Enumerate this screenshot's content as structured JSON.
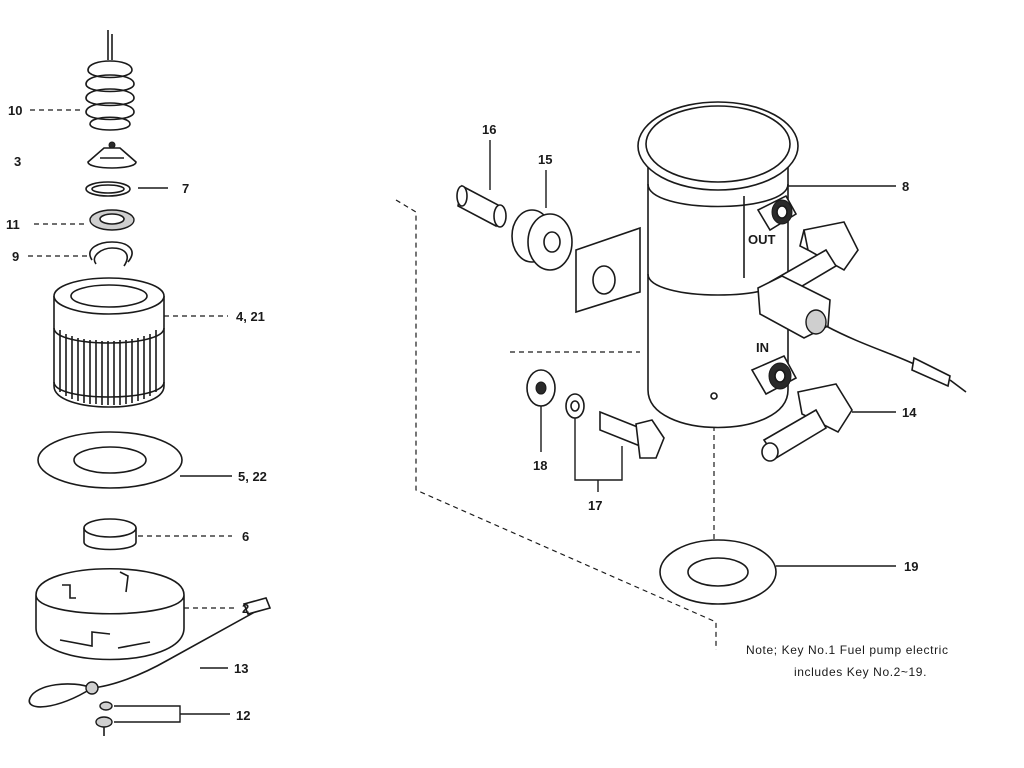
{
  "labels": {
    "k10": "10",
    "k3": "3",
    "k7": "7",
    "k11": "11",
    "k9": "9",
    "k4_21": "4, 21",
    "k5_22": "5, 22",
    "k6": "6",
    "k2": "2",
    "k13": "13",
    "k12": "12",
    "k16": "16",
    "k15": "15",
    "k8": "8",
    "k14": "14",
    "k18": "18",
    "k17": "17",
    "k19": "19"
  },
  "port_marks": {
    "out": "OUT",
    "in": "IN"
  },
  "note": {
    "line1": "Note; Key No.1 Fuel pump electric",
    "line2": "includes Key No.2~19."
  }
}
